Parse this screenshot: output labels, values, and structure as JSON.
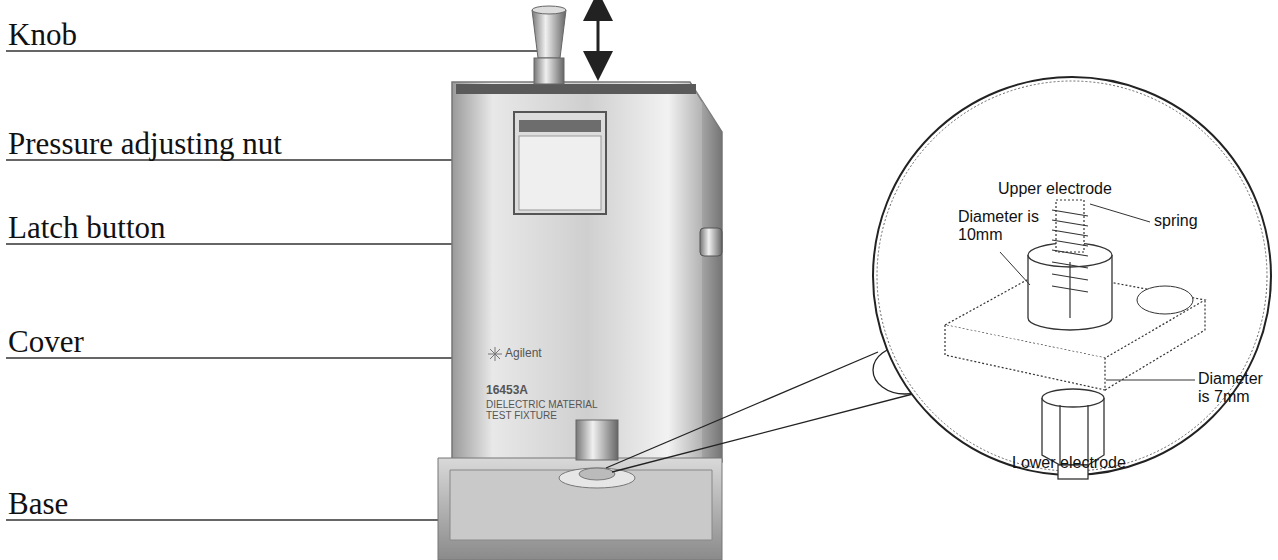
{
  "diagram": {
    "labels": [
      "Knob",
      "Pressure adjusting nut",
      "Latch button",
      "Cover",
      "Base",
      "Agilent",
      "16453A",
      "DIELECTRIC MATERIAL TEST FIXTURE",
      "Upper electrode",
      "spring",
      "Diameter is 10mm",
      "Diameter is 7mm",
      "Lower electrode"
    ]
  }
}
